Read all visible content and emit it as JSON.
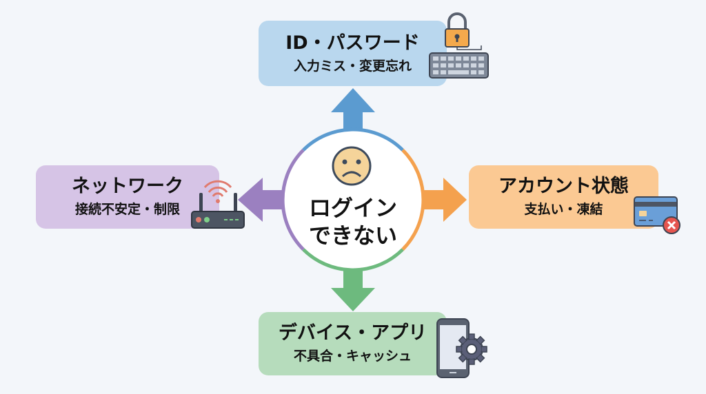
{
  "center": {
    "line1": "ログイン",
    "line2": "できない",
    "icon": "sad-face-icon"
  },
  "causes": {
    "top": {
      "title": "ID・パスワード",
      "subtitle": "入力ミス・変更忘れ",
      "icon": "lock-keyboard-icon",
      "color": "#5b9bd0"
    },
    "left": {
      "title": "ネットワーク",
      "subtitle": "接続不安定・制限",
      "icon": "wifi-router-icon",
      "color": "#9b80c0"
    },
    "right": {
      "title": "アカウント状態",
      "subtitle": "支払い・凍結",
      "icon": "credit-card-error-icon",
      "color": "#f4a14e"
    },
    "bottom": {
      "title": "デバイス・アプリ",
      "subtitle": "不具合・キャッシュ",
      "icon": "phone-gear-icon",
      "color": "#6dba7e"
    }
  }
}
